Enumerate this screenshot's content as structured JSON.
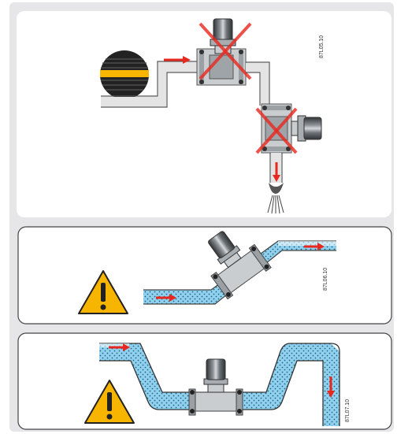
{
  "panels": [
    {
      "code": "87L05.10"
    },
    {
      "code": "87L06.10"
    },
    {
      "code": "87L07.10"
    }
  ],
  "colors": {
    "panel_bg": "#e9e9ea",
    "panel_inner": "#ffffff",
    "pipe_fill": "#b9dff0",
    "water_fill": "#6ec6ea",
    "arrow": "#e8281e",
    "cross": "#e8281e",
    "warning_fill": "#f7b500",
    "motor_dark": "#404447",
    "motor_light": "#b8bec2"
  },
  "icons": [
    "warning-triangle-icon",
    "flow-arrow-icon",
    "cross-out-icon",
    "tank-disc-icon",
    "spray-nozzle-icon"
  ]
}
